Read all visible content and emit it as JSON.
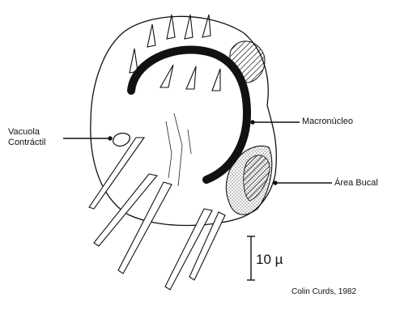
{
  "labels": {
    "vacuola_line1": "Vacuola",
    "vacuola_line2": "Contráctil",
    "macronucleo": "Macronúcleo",
    "area_bucal": "Área Bucal"
  },
  "scale_bar": {
    "text": "10 µ"
  },
  "credit": "Colin Curds, 1982",
  "colors": {
    "ink": "#111111",
    "background": "#ffffff"
  }
}
